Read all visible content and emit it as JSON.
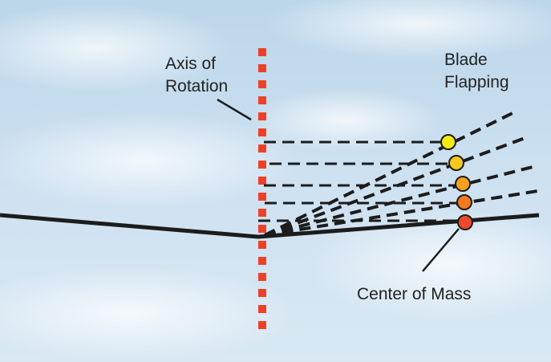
{
  "labels": {
    "axis_line1": "Axis of",
    "axis_line2": "Rotation",
    "blade_line1": "Blade",
    "blade_line2": "Flapping",
    "center_of_mass": "Center of Mass"
  },
  "colors": {
    "sky_top": "#bdd6ea",
    "sky_bottom": "#d6e6f2",
    "axis": "#ee4029",
    "line": "#1c1c1c",
    "mass_points": [
      "#f5ea14",
      "#f7c81d",
      "#f6a020",
      "#f47a20",
      "#ec4a2a"
    ]
  }
}
